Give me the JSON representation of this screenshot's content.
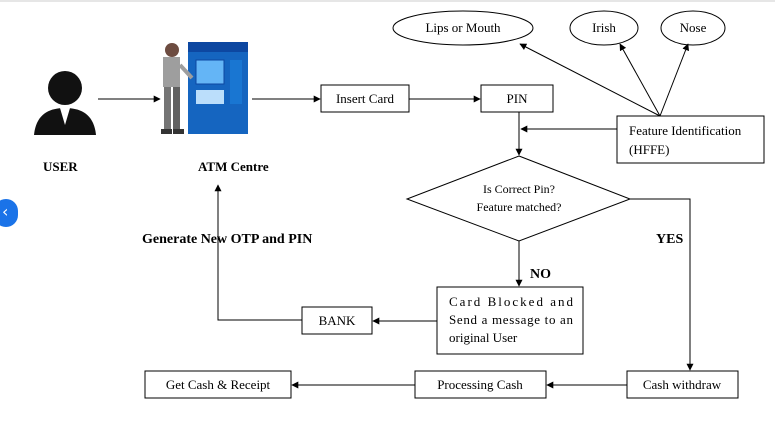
{
  "diagram": {
    "actors": {
      "user_label": "USER",
      "atm_label": "ATM Centre"
    },
    "nodes": {
      "insert_card": "Insert Card",
      "pin": "PIN",
      "lips_or_mouth": "Lips or Mouth",
      "irish": "Irish",
      "nose": "Nose",
      "feature_identification_line1": "Feature Identification",
      "feature_identification_line2": "(HFFE)",
      "decision_line1": "Is Correct Pin?",
      "decision_line2": "Feature matched?",
      "card_blocked_line1": "Card  Blocked  and",
      "card_blocked_line2": "Send a message to an",
      "card_blocked_line3": "original User",
      "bank": "BANK",
      "cash_withdraw": "Cash withdraw",
      "processing_cash": "Processing Cash",
      "get_cash_receipt": "Get Cash & Receipt"
    },
    "edge_labels": {
      "yes": "YES",
      "no": "NO",
      "generate_otp": "Generate New OTP and PIN"
    },
    "colors": {
      "atm_body": "#1565c0",
      "atm_screen": "#64b5f6",
      "user_icon": "#111111",
      "back_button": "#1a73e8"
    }
  },
  "ui": {
    "back_icon": "chevron-left-icon"
  }
}
